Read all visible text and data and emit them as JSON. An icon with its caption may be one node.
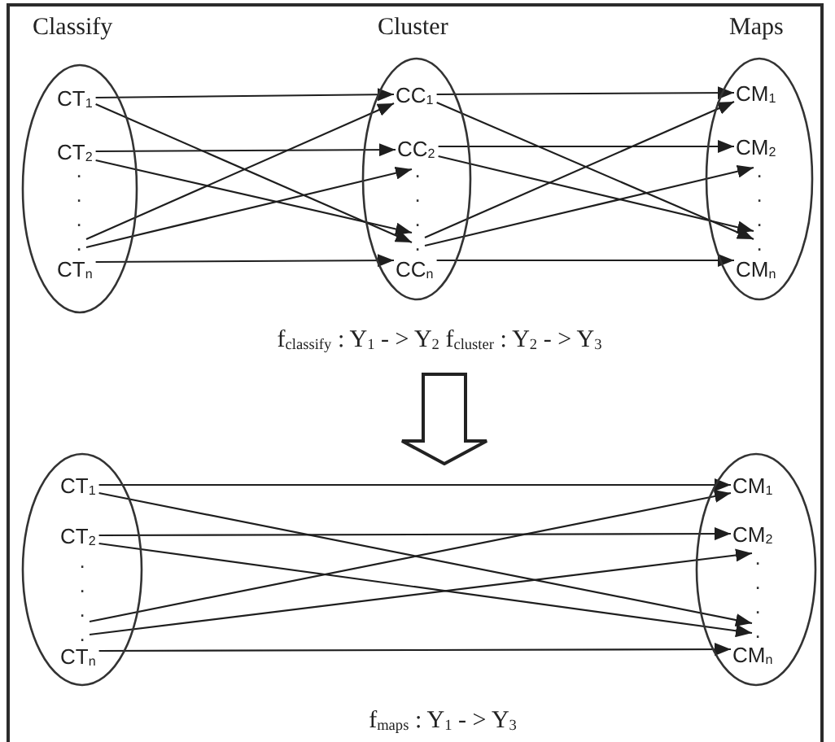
{
  "diagram": {
    "nodes": [
      {
        "text": [
          "Classify"
        ]
      },
      {
        "text": [
          "CT$_{1}$"
        ],
        "in": 0
      },
      {
        "text": [
          "CT$_{2}$"
        ],
        "in": 0
      },
      {
        "text": [
          ". . . ."
        ],
        "in": 0
      },
      {
        "text": [
          "CT$_{n}$"
        ],
        "in": 0
      },
      {
        "text": [
          "Cluster"
        ]
      },
      {
        "text": [
          "CC$_{1}$"
        ],
        "in": 5
      },
      {
        "text": [
          "CC$_{2}$"
        ],
        "in": 5
      },
      {
        "text": [
          ". . . ."
        ],
        "in": 5
      },
      {
        "text": [
          "CC$_{n}$"
        ],
        "in": 5
      },
      {
        "text": [
          "Maps"
        ]
      },
      {
        "text": [
          "CM$_{1}$"
        ],
        "in": 10
      },
      {
        "text": [
          "CM$_{2}$"
        ],
        "in": 10
      },
      {
        "text": [
          ". . . ."
        ],
        "in": 10
      },
      {
        "text": [
          "CM$_{n}$"
        ],
        "in": 10
      },
      {
        "text": [],
        "shape": "ellipse"
      },
      {
        "text": [
          "CT$_{1}$"
        ],
        "in": 15
      },
      {
        "text": [
          "CT$_{2}$"
        ],
        "in": 15
      },
      {
        "text": [
          ". . . ."
        ],
        "in": 15
      },
      {
        "text": [
          "CT$_{n}$"
        ],
        "in": 15
      },
      {
        "text": [],
        "shape": "ellipse"
      },
      {
        "text": [
          "CM$_{1}$"
        ],
        "in": 20
      },
      {
        "text": [
          "CM$_{2}$"
        ],
        "in": 20
      },
      {
        "text": [
          ". . . ."
        ],
        "in": 20
      },
      {
        "text": [
          "CM$_{n}$"
        ],
        "in": 20
      }
    ],
    "edges": [
      {
        "from": 1,
        "to": 6,
        "arrow": "to"
      },
      {
        "from": 1,
        "to": 8,
        "arrow": "to"
      },
      {
        "from": 2,
        "to": 7,
        "arrow": "to"
      },
      {
        "from": 2,
        "to": 8,
        "arrow": "to"
      },
      {
        "from": 3,
        "to": 6,
        "arrow": "to"
      },
      {
        "from": 3,
        "to": 8,
        "arrow": "to"
      },
      {
        "from": 4,
        "to": 9,
        "arrow": "to"
      },
      {
        "from": 6,
        "to": 11,
        "arrow": "to"
      },
      {
        "from": 6,
        "to": 13,
        "arrow": "to"
      },
      {
        "from": 7,
        "to": 12,
        "arrow": "to"
      },
      {
        "from": 7,
        "to": 13,
        "arrow": "to"
      },
      {
        "from": 8,
        "to": 11,
        "arrow": "to"
      },
      {
        "from": 8,
        "to": 13,
        "arrow": "to"
      },
      {
        "from": 9,
        "to": 14,
        "arrow": "to"
      },
      {
        "from": 16,
        "to": 21,
        "arrow": "to"
      },
      {
        "from": 16,
        "to": 23,
        "arrow": "to"
      },
      {
        "from": 17,
        "to": 22,
        "arrow": "to"
      },
      {
        "from": 17,
        "to": 23,
        "arrow": "to"
      },
      {
        "from": 18,
        "to": 21,
        "arrow": "to"
      },
      {
        "from": 18,
        "to": 23,
        "arrow": "to"
      },
      {
        "from": 19,
        "to": 24,
        "arrow": "to"
      }
    ],
    "labels": [
      "f$_{classify}$ : Y$_{1}$ - > Y$_{2}$ f$_{cluster}$ : Y$_{2}$ - > Y$_{3}$",
      "f$_{maps}$ : Y$_{1}$ - > Y$_{3}$"
    ]
  }
}
